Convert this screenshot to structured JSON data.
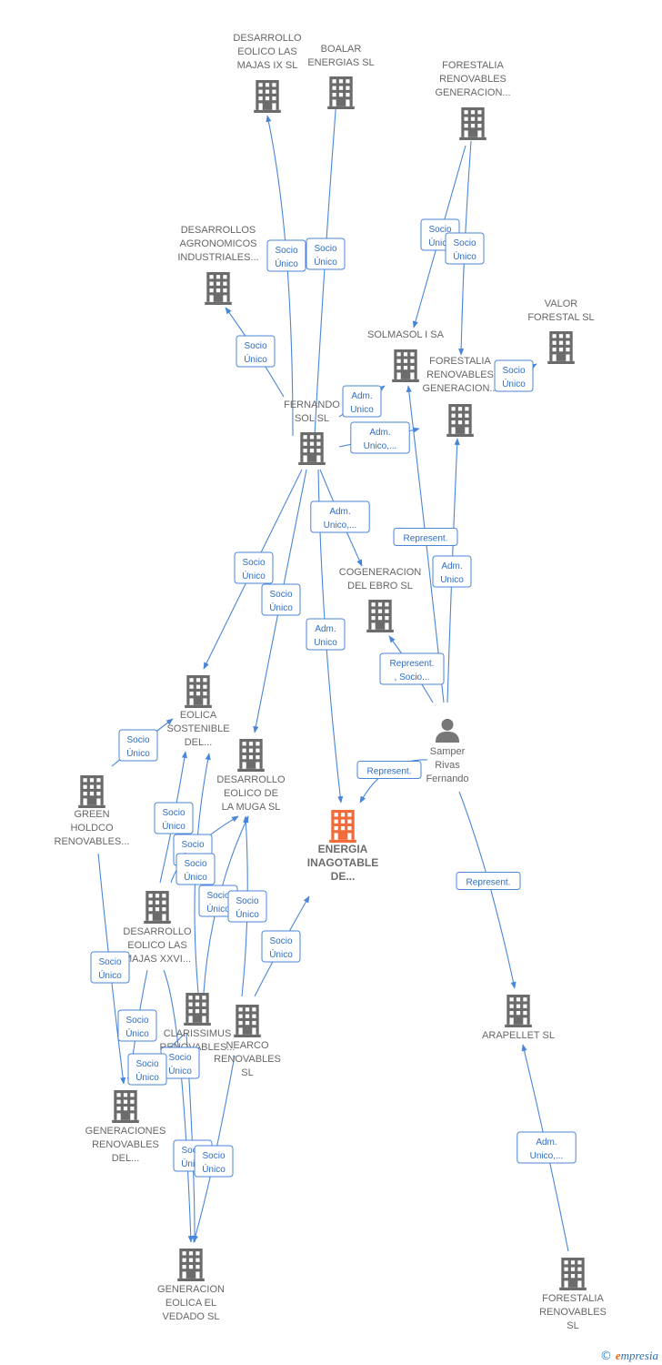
{
  "colors": {
    "edge": "#4a86d8",
    "company": "#6b6b6b",
    "highlight": "#f26b3a",
    "person": "#777777"
  },
  "nodes": [
    {
      "id": "desarrollo_ix",
      "kind": "company",
      "label": [
        "DESARROLLO",
        "EOLICO LAS",
        "MAJAS IX  SL"
      ]
    },
    {
      "id": "boalar",
      "kind": "company",
      "label": [
        "BOALAR",
        "ENERGIAS  SL"
      ]
    },
    {
      "id": "forestalia_top",
      "kind": "company",
      "label": [
        "FORESTALIA",
        "RENOVABLES",
        "GENERACION..."
      ]
    },
    {
      "id": "agronomicos",
      "kind": "company",
      "label": [
        "DESARROLLOS",
        "AGRONOMICOS",
        "INDUSTRIALES..."
      ]
    },
    {
      "id": "valor",
      "kind": "company",
      "label": [
        "VALOR",
        "FORESTAL SL"
      ]
    },
    {
      "id": "solmasol",
      "kind": "company",
      "label": [
        "SOLMASOL I SA"
      ]
    },
    {
      "id": "forestalia_mid",
      "kind": "company",
      "label": [
        "FORESTALIA",
        "RENOVABLES",
        "GENERACION..."
      ]
    },
    {
      "id": "fernando",
      "kind": "company",
      "label": [
        "FERNANDO",
        "SOL SL"
      ]
    },
    {
      "id": "cogeneracion",
      "kind": "company",
      "label": [
        "COGENERACION",
        "DEL EBRO  SL"
      ]
    },
    {
      "id": "eolica_sostenible",
      "kind": "company",
      "label": [
        "EOLICA",
        "SOSTENIBLE",
        "DEL..."
      ]
    },
    {
      "id": "samper",
      "kind": "person",
      "label": [
        "Samper",
        "Rivas",
        "Fernando"
      ]
    },
    {
      "id": "muga",
      "kind": "company",
      "label": [
        "DESARROLLO",
        "EOLICO DE",
        "LA MUGA SL"
      ]
    },
    {
      "id": "green",
      "kind": "company",
      "label": [
        "GREEN",
        "HOLDCO",
        "RENOVABLES..."
      ]
    },
    {
      "id": "energia",
      "kind": "highlight",
      "label": [
        "ENERGIA",
        "INAGOTABLE",
        "DE..."
      ]
    },
    {
      "id": "xxvi",
      "kind": "company",
      "label": [
        "DESARROLLO",
        "EOLICO LAS",
        "MAJAS XXVI..."
      ]
    },
    {
      "id": "clarissimus",
      "kind": "company",
      "label": [
        "CLARISSIMUS",
        "RENOVABLES..."
      ]
    },
    {
      "id": "nearco",
      "kind": "company",
      "label": [
        "NEARCO",
        "RENOVABLES",
        "SL"
      ]
    },
    {
      "id": "arapellet",
      "kind": "company",
      "label": [
        "ARAPELLET  SL"
      ]
    },
    {
      "id": "generaciones",
      "kind": "company",
      "label": [
        "GENERACIONES",
        "RENOVABLES",
        "DEL..."
      ]
    },
    {
      "id": "vedado",
      "kind": "company",
      "label": [
        "GENERACION",
        "EOLICA EL",
        "VEDADO SL"
      ]
    },
    {
      "id": "forestalia_bottom",
      "kind": "company",
      "label": [
        "FORESTALIA",
        "RENOVABLES",
        "SL"
      ]
    }
  ],
  "edges": [
    {
      "from": "fernando",
      "to": "desarrollo_ix",
      "label": [
        "Socio",
        "Único"
      ]
    },
    {
      "from": "fernando",
      "to": "boalar",
      "label": [
        "Socio",
        "Único"
      ]
    },
    {
      "from": "fernando",
      "to": "agronomicos",
      "label": [
        "Socio",
        "Único"
      ]
    },
    {
      "from": "forestalia_top",
      "to": "solmasol",
      "label": [
        "Socio",
        "Único"
      ]
    },
    {
      "from": "forestalia_top",
      "to": "forestalia_mid",
      "label": [
        "Socio",
        "Único"
      ]
    },
    {
      "from": "forestalia_mid",
      "to": "valor",
      "label": [
        "Socio",
        "Único"
      ]
    },
    {
      "from": "fernando",
      "to": "solmasol",
      "label": [
        "Adm.",
        "Unico"
      ]
    },
    {
      "from": "fernando",
      "to": "forestalia_mid",
      "label": [
        "Adm.",
        "Unico,..."
      ]
    },
    {
      "from": "fernando",
      "to": "cogeneracion",
      "label": [
        "Adm.",
        "Unico,..."
      ]
    },
    {
      "from": "fernando",
      "to": "eolica_sostenible",
      "label": [
        "Socio",
        "Único"
      ]
    },
    {
      "from": "fernando",
      "to": "muga",
      "label": [
        "Socio",
        "Único"
      ]
    },
    {
      "from": "fernando",
      "to": "energia",
      "label": [
        "Adm.",
        "Unico"
      ]
    },
    {
      "from": "samper",
      "to": "solmasol",
      "label": [
        "Represent."
      ]
    },
    {
      "from": "samper",
      "to": "forestalia_mid",
      "label": [
        "Adm.",
        "Unico"
      ]
    },
    {
      "from": "samper",
      "to": "cogeneracion",
      "label": [
        "Represent.",
        ", Socio..."
      ]
    },
    {
      "from": "samper",
      "to": "energia",
      "label": [
        "Represent."
      ]
    },
    {
      "from": "samper",
      "to": "arapellet",
      "label": [
        "Represent."
      ]
    },
    {
      "from": "green",
      "to": "eolica_sostenible",
      "label": [
        "Socio",
        "Único"
      ]
    },
    {
      "from": "green",
      "to": "generaciones",
      "label": [
        "Socio",
        "Único"
      ]
    },
    {
      "from": "xxvi",
      "to": "eolica_sostenible",
      "label": [
        "Socio",
        "Único"
      ]
    },
    {
      "from": "xxvi",
      "to": "muga",
      "label": [
        "Socio",
        "Único"
      ]
    },
    {
      "from": "xxvi",
      "to": "generaciones",
      "label": [
        "Socio",
        "Único"
      ]
    },
    {
      "from": "xxvi",
      "to": "vedado",
      "label": [
        "Socio",
        "Único"
      ]
    },
    {
      "from": "clarissimus",
      "to": "eolica_sostenible",
      "label": [
        "Socio",
        "Único"
      ]
    },
    {
      "from": "clarissimus",
      "to": "muga",
      "label": [
        "Socio",
        "Único"
      ]
    },
    {
      "from": "clarissimus",
      "to": "generaciones",
      "label": [
        "Socio",
        "Único"
      ]
    },
    {
      "from": "clarissimus",
      "to": "vedado",
      "label": [
        "Socio",
        "Único"
      ]
    },
    {
      "from": "nearco",
      "to": "muga",
      "label": [
        "Socio",
        "Único"
      ]
    },
    {
      "from": "nearco",
      "to": "energia",
      "label": [
        "Socio",
        "Único"
      ]
    },
    {
      "from": "nearco",
      "to": "vedado",
      "label": [
        "Socio",
        "Único"
      ]
    },
    {
      "from": "forestalia_bottom",
      "to": "arapellet",
      "label": [
        "Adm.",
        "Unico,..."
      ]
    }
  ],
  "footer": {
    "copyright": "©",
    "brand_initial": "e",
    "brand_rest": "mpresia"
  }
}
